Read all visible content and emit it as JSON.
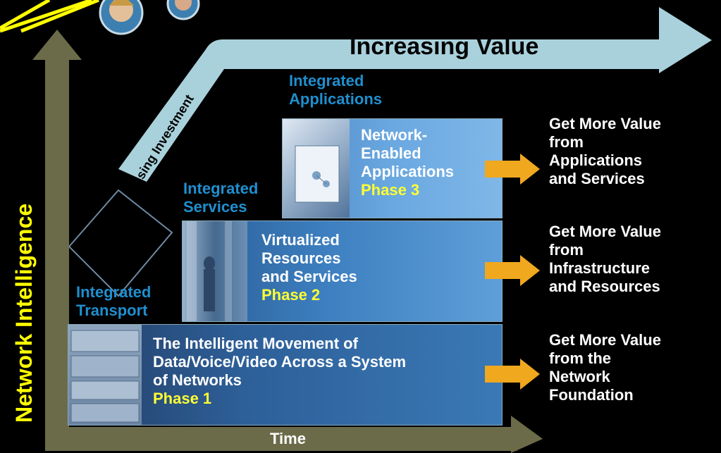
{
  "axes": {
    "y_label": "Network Intelligence",
    "x_label": "Time"
  },
  "banner": {
    "value_label": "Increasing Value",
    "investment_label": "asing Investment"
  },
  "categories": {
    "applications": [
      "Integrated",
      "Applications"
    ],
    "services": [
      "Integrated",
      "Services"
    ],
    "transport": [
      "Integrated",
      "Transport"
    ]
  },
  "phases": [
    {
      "lines": [
        "The Intelligent Movement of",
        "Data/Voice/Video Across a System",
        "of Networks"
      ],
      "phase": "Phase 1",
      "benefit": [
        "Get More Value",
        "from the",
        "Network",
        "Foundation"
      ]
    },
    {
      "lines": [
        "Virtualized",
        "Resources",
        "and Services"
      ],
      "phase": "Phase 2",
      "benefit": [
        "Get More Value",
        "from",
        "Infrastructure",
        "and Resources"
      ]
    },
    {
      "lines": [
        "Network-",
        "Enabled",
        "Applications"
      ],
      "phase": "Phase 3",
      "benefit": [
        "Get More Value",
        "from",
        "Applications",
        "and Services"
      ]
    }
  ],
  "colors": {
    "axis": "#6b6b4a",
    "value_arrow": "#a9d1dc",
    "category_text": "#1f8fcf",
    "phase_text": "#ffff33",
    "axis_label_y": "#ffff00",
    "benefit_arrow": "#f0a81f"
  }
}
